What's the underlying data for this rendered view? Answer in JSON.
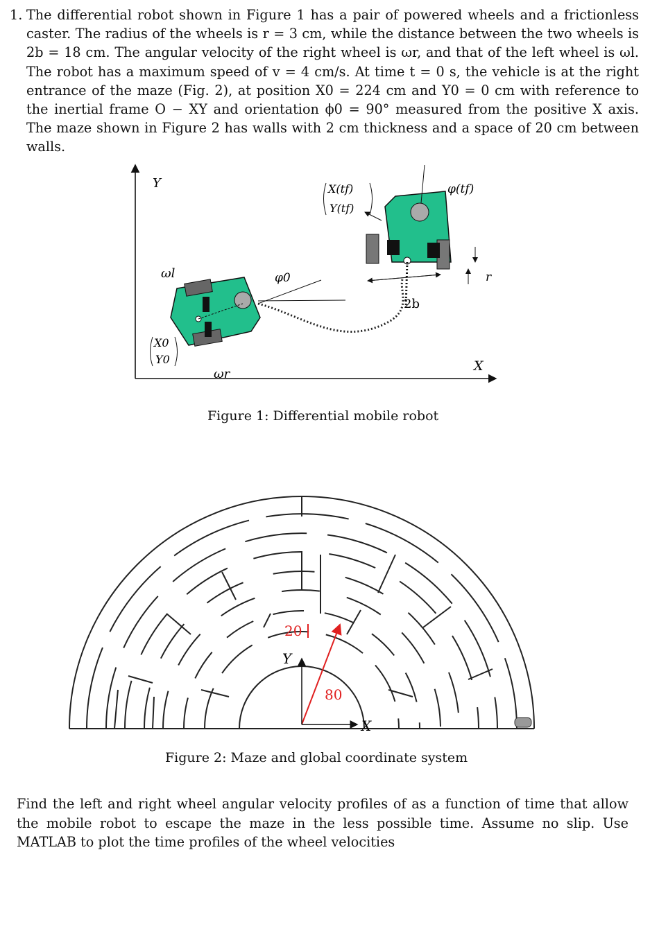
{
  "problem": {
    "number": "1.",
    "text": "The differential robot shown in Figure 1 has a pair of powered wheels and a frictionless caster. The radius of the wheels is r = 3 cm, while the distance between the two wheels is 2b = 18 cm. The angular velocity of the right wheel is ωr, and that of the left wheel is ωl. The robot has a maximum speed of v = 4 cm/s. At time t = 0 s, the vehicle is at the right entrance of the maze (Fig. 2), at position X0 = 224 cm and Y0 = 0 cm with reference to the inertial frame O − XY and orientation ϕ0 = 90° measured from the positive X axis. The maze shown in Figure 2 has walls with 2 cm thickness and a space of 20 cm between walls."
  },
  "figure1": {
    "caption": "Figure 1: Differential mobile robot",
    "labels": {
      "y_axis": "Y",
      "x_axis": "X",
      "omega_l": "ωl",
      "omega_r": "ωr",
      "phi0": "φ0",
      "start_x": "X0",
      "start_y": "Y0",
      "final_x": "X(tf)",
      "final_y": "Y(tf)",
      "phi_final": "φ(tf)",
      "two_b": "2b",
      "radius": "r"
    },
    "colors": {
      "robot_body": "#22bf8c",
      "path": "#222222"
    }
  },
  "figure2": {
    "caption": "Figure 2: Maze and global coordinate system",
    "labels": {
      "gap": "20",
      "radius": "80",
      "y_axis": "Y",
      "x_axis": "X"
    },
    "colors": {
      "dimension": "#e02020",
      "wall": "#222222"
    }
  },
  "question": {
    "text": "Find the left and right wheel angular velocity profiles of as a function of time that allow the mobile robot to escape the maze in the less possible time. Assume no slip. Use MATLAB to plot the time profiles of the wheel velocities"
  }
}
